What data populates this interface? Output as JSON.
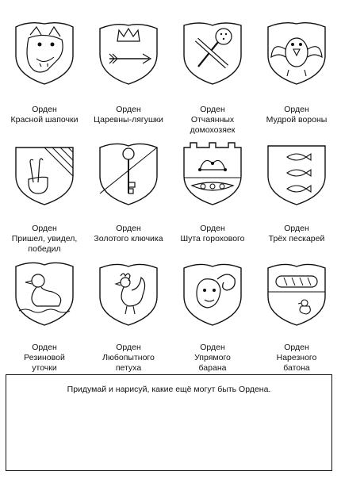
{
  "orders": [
    {
      "lines": [
        "Орден",
        "Красной шапочки"
      ],
      "icon": "wolf-icon"
    },
    {
      "lines": [
        "Орден",
        "Царевны-лягушки"
      ],
      "icon": "crown-arrow-icon"
    },
    {
      "lines": [
        "Орден",
        "Отчаянных",
        "домохозяек"
      ],
      "icon": "skimmer-rolling-pin-icon"
    },
    {
      "lines": [
        "Орден",
        "Мудрой вороны"
      ],
      "icon": "crow-icon"
    },
    {
      "lines": [
        "Орден",
        "Пришел, увидел,",
        "победил"
      ],
      "icon": "victory-hand-icon"
    },
    {
      "lines": [
        "Орден",
        "Золотого ключика"
      ],
      "icon": "key-icon"
    },
    {
      "lines": [
        "Орден",
        "Шута горохового"
      ],
      "icon": "jester-peapod-icon"
    },
    {
      "lines": [
        "Орден",
        "Трёх пескарей"
      ],
      "icon": "three-fish-icon"
    },
    {
      "lines": [
        "Орден",
        "Резиновой",
        "уточки"
      ],
      "icon": "duck-icon"
    },
    {
      "lines": [
        "Орден",
        "Любопытного",
        "петуха"
      ],
      "icon": "rooster-icon"
    },
    {
      "lines": [
        "Орден",
        "Упрямого",
        "барана"
      ],
      "icon": "ram-icon"
    },
    {
      "lines": [
        "Орден",
        "Нарезного",
        "батона"
      ],
      "icon": "bread-chicken-icon"
    }
  ],
  "task": {
    "text": "Придумай и нарисуй, какие ещё могут быть Ордена."
  }
}
